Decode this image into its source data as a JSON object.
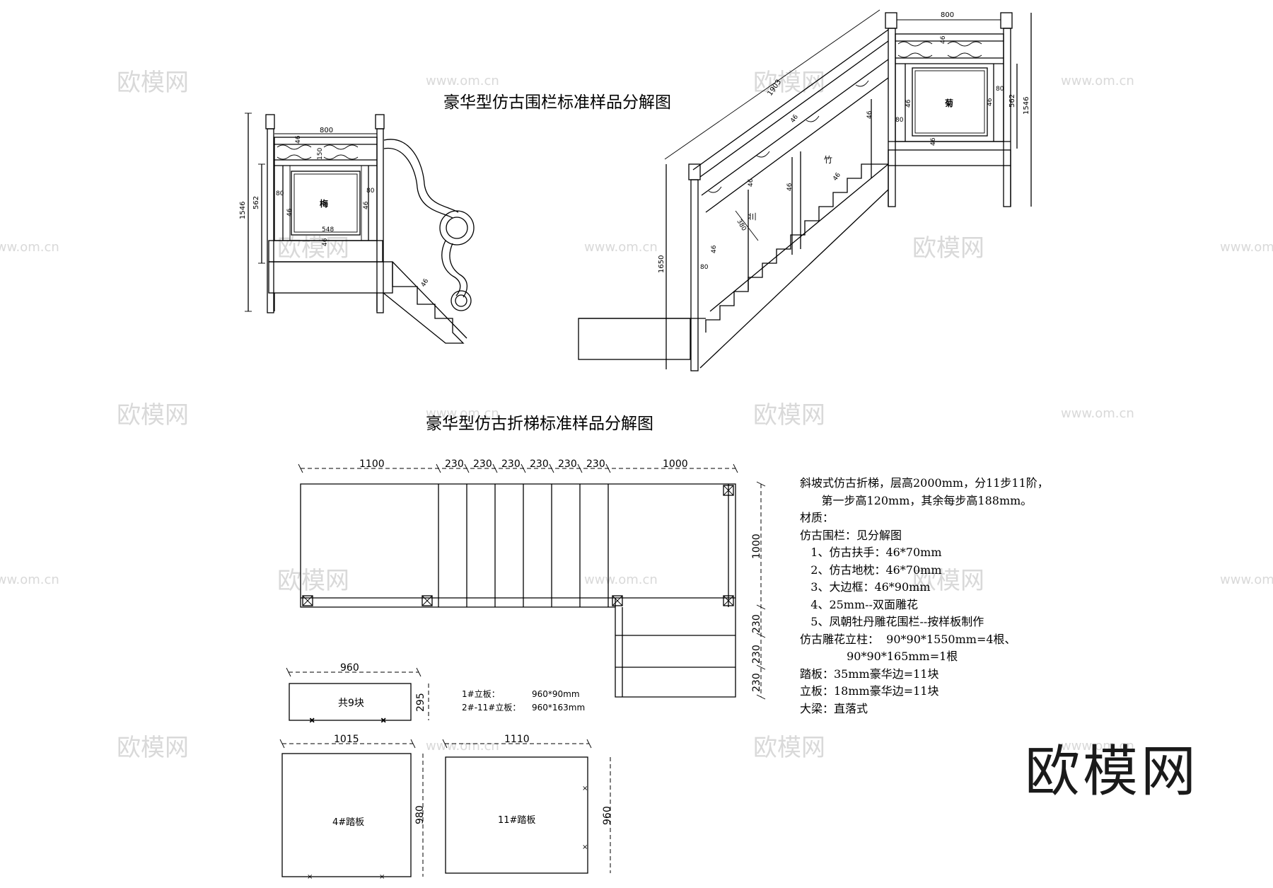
{
  "titles": {
    "railing": "豪华型仿古围栏标准样品分解图",
    "stair": "豪华型仿古折梯标准样品分解图"
  },
  "watermark": {
    "logo": "欧模网",
    "url": "www.om.cn"
  },
  "railing_left": {
    "width": "800",
    "total_height": "1546",
    "panel_height": "562",
    "top_band": "150",
    "label_46": "46",
    "label_80": "80",
    "panel_width": "548",
    "panel_char": "梅"
  },
  "railing_right": {
    "width": "800",
    "total_height": "1546",
    "panel_height": "562",
    "slope_length": "1903",
    "low_height": "1650",
    "label_46": "46",
    "label_80": "80",
    "span_380": "380",
    "panel_char_ju": "菊",
    "panel_char_zhu": "竹",
    "panel_char_lan": "兰"
  },
  "plan": {
    "dim_1100": "1100",
    "dim_230": "230",
    "dim_1000": "1000",
    "dim_right_1000": "1000",
    "dim_right_230": "230"
  },
  "boards": {
    "b1_width": "960",
    "b1_height": "295",
    "b1_label": "共9块",
    "riser1": "1#立板：",
    "riser1_size": "960*90mm",
    "riser2": "2#-11#立板：",
    "riser2_size": "960*163mm",
    "b4_width": "1015",
    "b4_height": "980",
    "b4_label": "4#踏板",
    "b11_width": "1110",
    "b11_height": "960",
    "b11_label": "11#踏板"
  },
  "notes": [
    "斜坡式仿古折梯，层高2000mm，分11步11阶，",
    "      第一步高120mm，其余每步高188mm。",
    "材质：",
    "仿古围栏：见分解图",
    "   1、仿古扶手：46*70mm",
    "   2、仿古地枕：46*70mm",
    "   3、大边框：46*90mm",
    "   4、25mm--双面雕花",
    "   5、凤朝牡丹雕花围栏--按样板制作",
    "仿古雕花立柱：  90*90*1550mm=4根、",
    "             90*90*165mm=1根",
    "踏板：35mm豪华边=11块",
    "立板：18mm豪华边=11块",
    "大梁：直落式"
  ]
}
